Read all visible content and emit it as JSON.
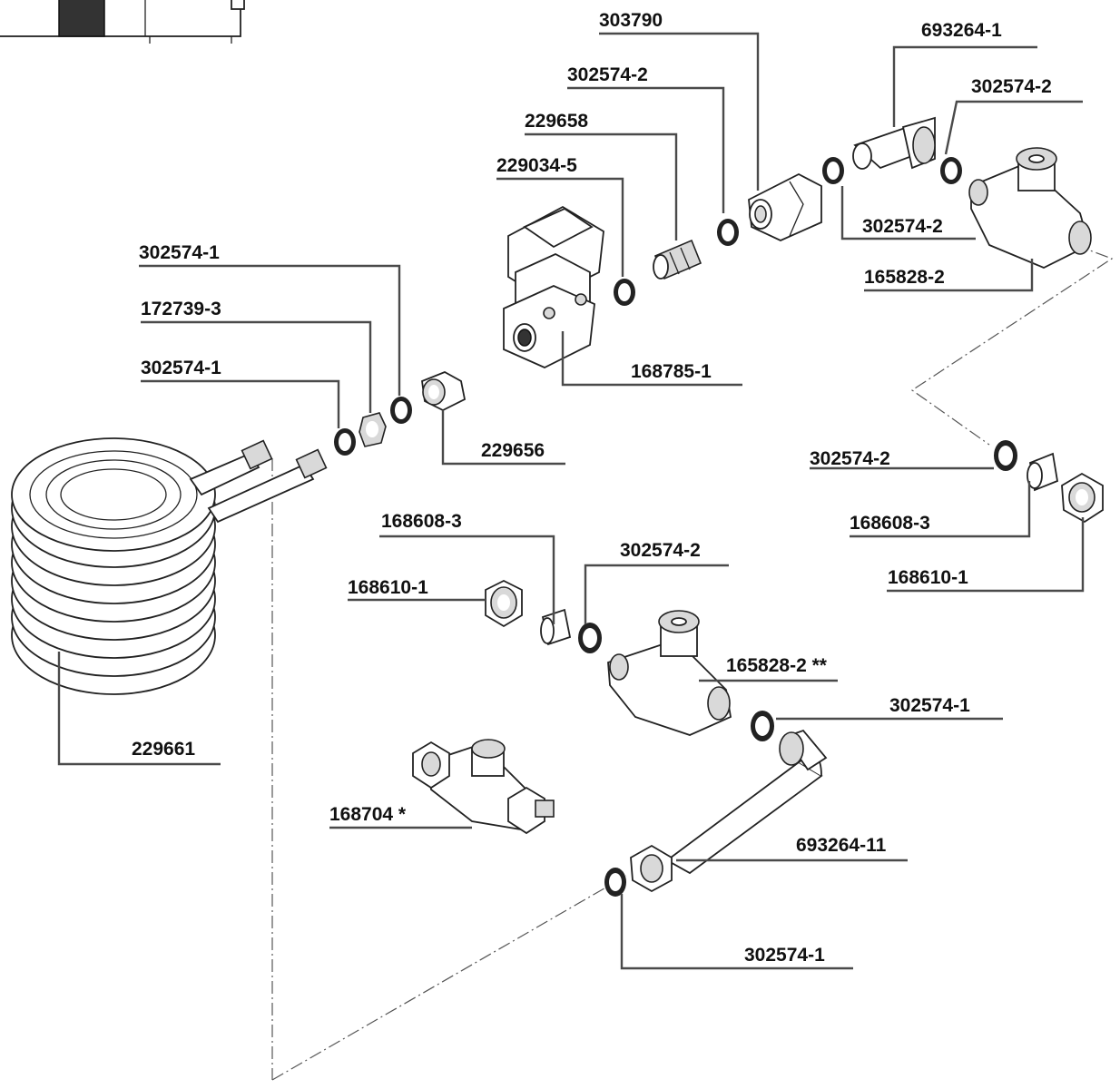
{
  "labels": {
    "l_303790": "303790",
    "l_693264_1": "693264-1",
    "l_302574_2_a": "302574-2",
    "l_302574_2_b": "302574-2",
    "l_229658": "229658",
    "l_229034_5": "229034-5",
    "l_302574_2_c": "302574-2",
    "l_165828_2_a": "165828-2",
    "l_302574_1_a": "302574-1",
    "l_172739_3": "172739-3",
    "l_302574_1_b": "302574-1",
    "l_168785_1": "168785-1",
    "l_229656": "229656",
    "l_302574_2_d": "302574-2",
    "l_168608_3_a": "168608-3",
    "l_168610_1_a": "168610-1",
    "l_168608_3_b": "168608-3",
    "l_302574_2_e": "302574-2",
    "l_168610_1_b": "168610-1",
    "l_165828_2_b": "165828-2 **",
    "l_302574_1_c": "302574-1",
    "l_229661": "229661",
    "l_168704": "168704 *",
    "l_693264_11": "693264-11",
    "l_302574_1_d": "302574-1"
  }
}
